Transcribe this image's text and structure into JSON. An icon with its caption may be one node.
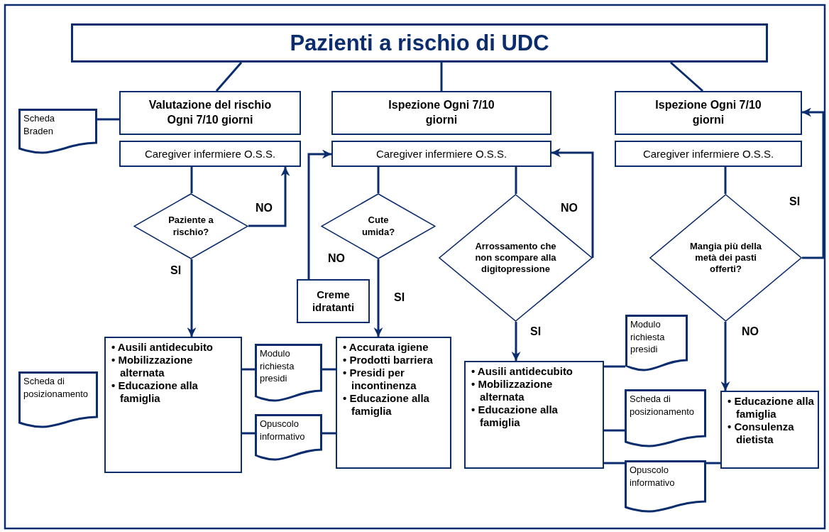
{
  "diagram": {
    "nodes": [
      {
        "text": [
          "Pazienti a rischio di UDC"
        ]
      },
      {
        "text": [
          "Valutazione del rischio Ogni 7/10 giorni"
        ]
      },
      {
        "text": [
          "Caregiver infermiere O.S.S."
        ]
      },
      {
        "text": [
          "Scheda Braden"
        ]
      },
      {
        "text": [
          "Paziente a rischio?"
        ]
      },
      {
        "text": [
          "• Ausili antidecubito",
          "• Mobilizzazione alternata",
          "• Educazione alla famiglia"
        ]
      },
      {
        "text": [
          "Scheda di posizionamento"
        ]
      },
      {
        "text": [
          "Modulo richiesta presidi"
        ]
      },
      {
        "text": [
          "Opuscolo informativo"
        ]
      },
      {
        "text": [
          "Ispezione Ogni 7/10 giorni"
        ]
      },
      {
        "text": [
          "Caregiver infermiere O.S.S."
        ]
      },
      {
        "text": [
          "Cute umida?"
        ]
      },
      {
        "text": [
          "Creme idratanti"
        ]
      },
      {
        "text": [
          "• Accurata igiene",
          "• Prodotti barriera",
          "• Presidi per incontinenza",
          "• Educazione alla famiglia"
        ]
      },
      {
        "text": [
          "Arrossamento che non scompare alla digitopressione"
        ]
      },
      {
        "text": [
          "• Ausili antidecubito",
          "• Mobilizzazione alternata",
          "• Educazione alla famiglia"
        ]
      },
      {
        "text": [
          "Modulo richiesta presidi"
        ]
      },
      {
        "text": [
          "Scheda di posizionamento"
        ]
      },
      {
        "text": [
          "Opuscolo informativo"
        ]
      },
      {
        "text": [
          "Ispezione Ogni 7/10 giorni"
        ]
      },
      {
        "text": [
          "Caregiver infermiere O.S.S."
        ]
      },
      {
        "text": [
          "Mangia più della metà dei pasti offerti?"
        ]
      },
      {
        "text": [
          "• Educazione alla famiglia",
          "• Consulenza dietista"
        ]
      }
    ],
    "edges": [
      {
        "from": 0,
        "to": 1,
        "arrow": "none"
      },
      {
        "from": 0,
        "to": 9,
        "arrow": "none"
      },
      {
        "from": 0,
        "to": 19,
        "arrow": "none"
      },
      {
        "from": 3,
        "to": 1,
        "arrow": "none"
      },
      {
        "from": 2,
        "to": 4,
        "arrow": "none"
      },
      {
        "from": 4,
        "to": 2,
        "arrow": "to",
        "label": "NO"
      },
      {
        "from": 4,
        "to": 5,
        "arrow": "to",
        "label": "SI"
      },
      {
        "from": 5,
        "to": 7,
        "arrow": "none"
      },
      {
        "from": 5,
        "to": 8,
        "arrow": "none"
      },
      {
        "from": 7,
        "to": 13,
        "arrow": "none"
      },
      {
        "from": 8,
        "to": 13,
        "arrow": "none"
      },
      {
        "from": 10,
        "to": 11,
        "arrow": "none"
      },
      {
        "from": 12,
        "to": 10,
        "arrow": "to"
      },
      {
        "from": 11,
        "to": 13,
        "arrow": "to",
        "label": "SI"
      },
      {
        "from": 10,
        "to": 14,
        "arrow": "none"
      },
      {
        "from": 14,
        "to": 10,
        "arrow": "to",
        "label": "NO"
      },
      {
        "from": 14,
        "to": 15,
        "arrow": "to",
        "label": "SI"
      },
      {
        "from": 15,
        "to": 16,
        "arrow": "none"
      },
      {
        "from": 15,
        "to": 17,
        "arrow": "none"
      },
      {
        "from": 15,
        "to": 18,
        "arrow": "none"
      },
      {
        "from": 18,
        "to": 22,
        "arrow": "none"
      },
      {
        "from": 20,
        "to": 21,
        "arrow": "none"
      },
      {
        "from": 21,
        "to": 19,
        "arrow": "to",
        "label": "SI"
      },
      {
        "from": 21,
        "to": 22,
        "arrow": "to",
        "label": "NO"
      }
    ],
    "labels": [
      "NO"
    ]
  }
}
